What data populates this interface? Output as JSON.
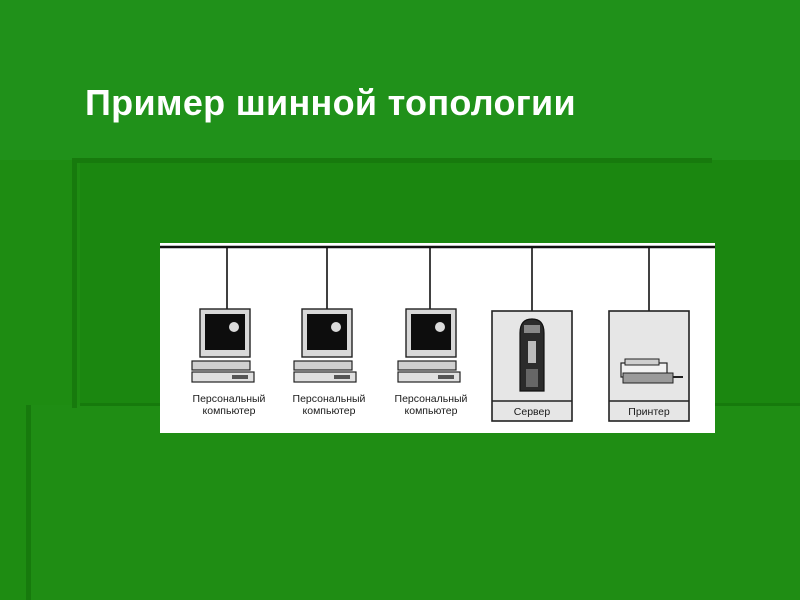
{
  "slide": {
    "title": "Пример шинной топологии",
    "background": "#1e8c12"
  },
  "diagram": {
    "nodes": [
      {
        "type": "pc",
        "label_1": "Персональный",
        "label_2": "компьютер",
        "icon": "computer-icon"
      },
      {
        "type": "pc",
        "label_1": "Персональный",
        "label_2": "компьютер",
        "icon": "computer-icon"
      },
      {
        "type": "pc",
        "label_1": "Персональный",
        "label_2": "компьютер",
        "icon": "computer-icon"
      },
      {
        "type": "server",
        "label_1": "Сервер",
        "icon": "server-icon"
      },
      {
        "type": "printer",
        "label_1": "Принтер",
        "icon": "printer-icon"
      }
    ]
  }
}
